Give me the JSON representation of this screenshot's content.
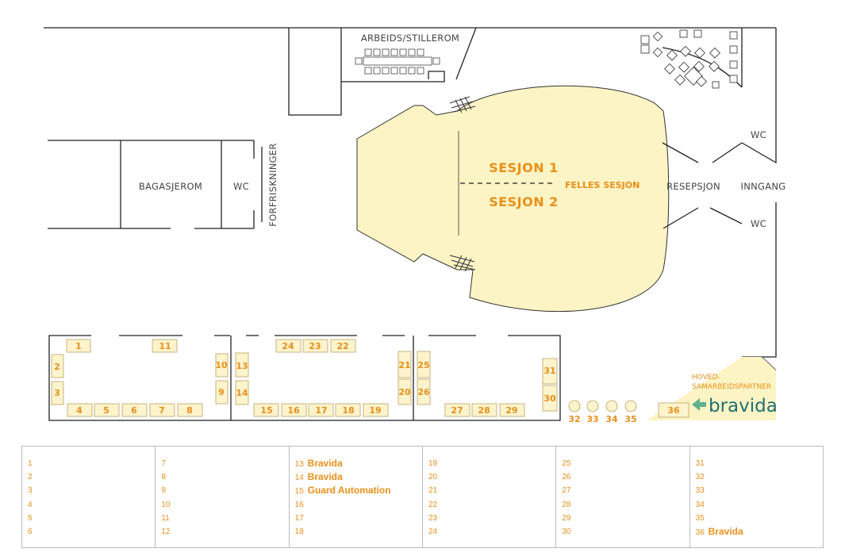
{
  "rooms": {
    "arbeids": "ARBEIDS/STILLEROM",
    "bagasjerom": "BAGASJEROM",
    "wc_left": "WC",
    "forfriskninger": "FORFRISKNINGER",
    "resepsjon": "RESEPSJON",
    "inngang": "INNGANG",
    "wc_top": "WC",
    "wc_bottom": "WC"
  },
  "sessions": {
    "sesjon1": "SESJON 1",
    "sesjon2": "SESJON 2",
    "felles": "FELLES SESJON"
  },
  "partner": {
    "line1": "HOVED-",
    "line2": "SAMARBEIDSPARTNER",
    "logo_text": "bravida",
    "logo_color": "#1f6f74",
    "accent": "#e8901a"
  },
  "stands": [
    "1",
    "2",
    "3",
    "4",
    "5",
    "6",
    "7",
    "8",
    "9",
    "10",
    "11",
    "13",
    "14",
    "15",
    "16",
    "17",
    "18",
    "19",
    "20",
    "21",
    "22",
    "23",
    "24",
    "25",
    "26",
    "27",
    "28",
    "29",
    "30",
    "31",
    "32",
    "33",
    "34",
    "35",
    "36"
  ],
  "legend": [
    [
      {
        "n": "1",
        "name": ""
      },
      {
        "n": "2",
        "name": ""
      },
      {
        "n": "3",
        "name": ""
      },
      {
        "n": "4",
        "name": ""
      },
      {
        "n": "5",
        "name": ""
      },
      {
        "n": "6",
        "name": ""
      }
    ],
    [
      {
        "n": "7",
        "name": ""
      },
      {
        "n": "8",
        "name": ""
      },
      {
        "n": "9",
        "name": ""
      },
      {
        "n": "10",
        "name": ""
      },
      {
        "n": "11",
        "name": ""
      },
      {
        "n": "12",
        "name": ""
      }
    ],
    [
      {
        "n": "13",
        "name": "Bravida"
      },
      {
        "n": "14",
        "name": "Bravida"
      },
      {
        "n": "15",
        "name": "Guard Automation"
      },
      {
        "n": "16",
        "name": ""
      },
      {
        "n": "17",
        "name": ""
      },
      {
        "n": "18",
        "name": ""
      }
    ],
    [
      {
        "n": "19",
        "name": ""
      },
      {
        "n": "20",
        "name": ""
      },
      {
        "n": "21",
        "name": ""
      },
      {
        "n": "22",
        "name": ""
      },
      {
        "n": "23",
        "name": ""
      },
      {
        "n": "24",
        "name": ""
      }
    ],
    [
      {
        "n": "25",
        "name": ""
      },
      {
        "n": "26",
        "name": ""
      },
      {
        "n": "27",
        "name": ""
      },
      {
        "n": "28",
        "name": ""
      },
      {
        "n": "29",
        "name": ""
      },
      {
        "n": "30",
        "name": ""
      }
    ],
    [
      {
        "n": "31",
        "name": ""
      },
      {
        "n": "32",
        "name": ""
      },
      {
        "n": "33",
        "name": ""
      },
      {
        "n": "34",
        "name": ""
      },
      {
        "n": "35",
        "name": ""
      },
      {
        "n": "36",
        "name": "Bravida"
      }
    ]
  ]
}
